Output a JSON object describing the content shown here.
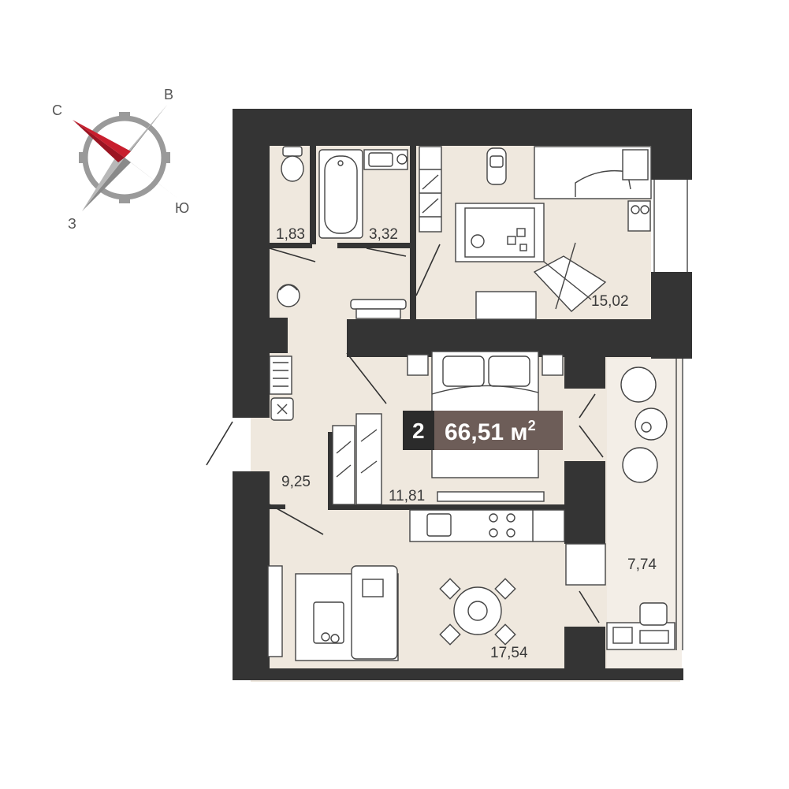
{
  "compass": {
    "north": "С",
    "east": "В",
    "south": "Ю",
    "west": "З",
    "needle_color": "#c81e2d"
  },
  "apartment": {
    "rooms_count": "2",
    "total_area": "66,51 м",
    "area_unit_sup": "2",
    "badge_dark_color": "#2b2b2b",
    "badge_color": "#6d5d58"
  },
  "rooms": [
    {
      "id": "toilet",
      "area": "1,83"
    },
    {
      "id": "bathroom",
      "area": "3,32"
    },
    {
      "id": "bedroom-kids",
      "area": "15,02"
    },
    {
      "id": "hallway",
      "area": "9,25"
    },
    {
      "id": "bedroom",
      "area": "11,81"
    },
    {
      "id": "balcony",
      "area": "7,74"
    },
    {
      "id": "kitchen-living",
      "area": "17,54"
    }
  ],
  "colors": {
    "wall": "#343434",
    "floor": "#efe8de",
    "balcony_floor": "#f3eee7"
  }
}
